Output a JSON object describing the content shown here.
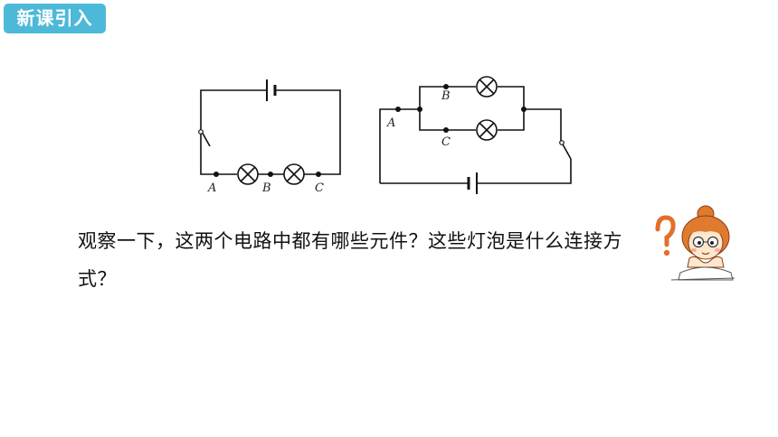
{
  "header": {
    "tag": "新课引入"
  },
  "circuit_series": {
    "labels": [
      "A",
      "B",
      "C"
    ]
  },
  "circuit_parallel": {
    "labels": [
      "A",
      "B",
      "C"
    ]
  },
  "question": {
    "text": "观察一下，这两个电路中都有哪些元件？这些灯泡是什么连接方式？"
  },
  "colors": {
    "tag_bg": "#4db9d8",
    "wire": "#111111",
    "hair": "#e07a2e",
    "question_mark": "#e36f2c"
  },
  "icons": [
    "girl-thinking-illustration",
    "question-mark-icon"
  ]
}
